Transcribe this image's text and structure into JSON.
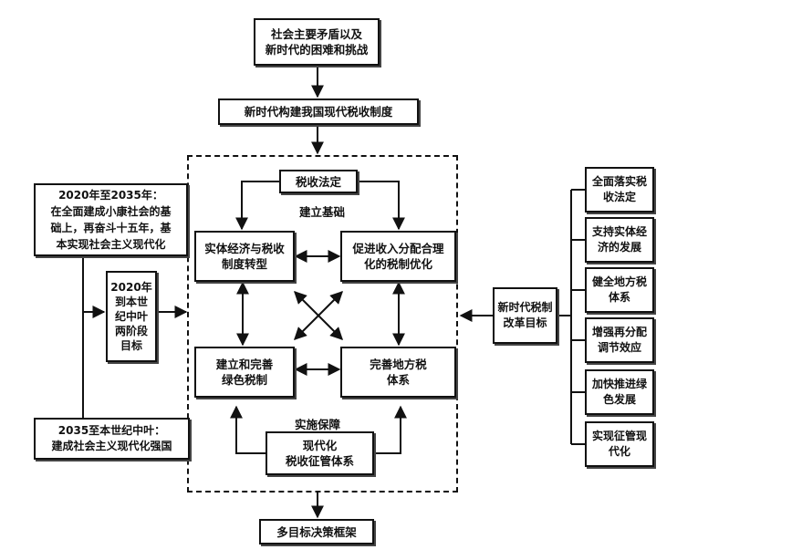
{
  "top": {
    "problem": "社会主要矛盾以及\n新时代的困难和挑战",
    "build": "新时代构建我国现代税收制度",
    "decision": "多目标决策框架"
  },
  "core": {
    "legal": "税收法定",
    "foundation": "建立基础",
    "entity": "实体经济与税收\n制度转型",
    "income": "促进收入分配合理\n化的税制优化",
    "green": "建立和完善\n绿色税制",
    "local": "完善地方税\n体系",
    "guarantee": "实施保障",
    "collection": "现代化\n税收征管体系"
  },
  "left": {
    "stage1": "2020年至2035年：\n在全面建成小康社会的基\n础上，再奋斗十五年，基\n本实现社会主义现代化",
    "stages": "2020年\n到本世\n纪中叶\n两阶段\n目标",
    "stage2": "2035至本世纪中叶：\n建成社会主义现代化强国"
  },
  "right": {
    "center": "新时代税制\n改革目标",
    "goals": [
      "全面落实税\n收法定",
      "支持实体经\n济的发展",
      "健全地方税\n体系",
      "增强再分配\n调节效应",
      "加快推进绿\n色发展",
      "实现征管现\n代化"
    ]
  }
}
